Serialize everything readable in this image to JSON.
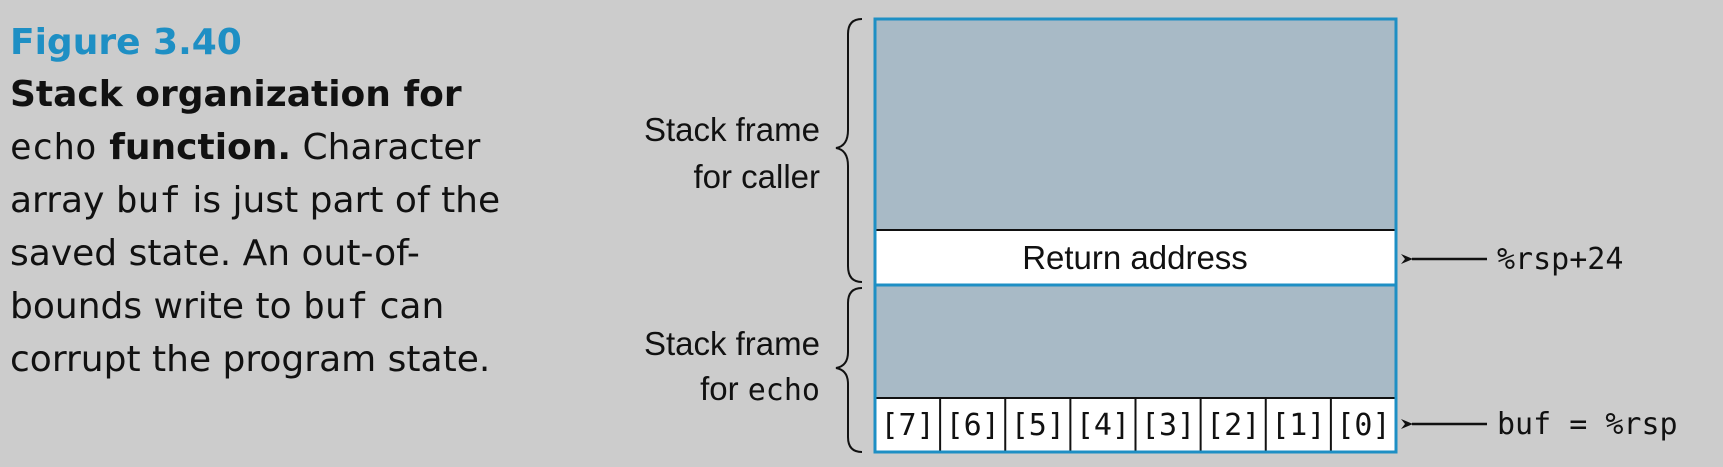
{
  "caption": {
    "figure_label": "Figure 3.40",
    "bold_line": "Stack organization for",
    "code_echo": "echo",
    "bold_function": " function.",
    "text_1": " Character array ",
    "code_buf": "buf",
    "text_2": " is just part of the saved state. An out-of-bounds write to ",
    "code_buf_2": "buf",
    "text_3": " can corrupt the program state."
  },
  "diagram": {
    "caller_frame_line1": "Stack frame",
    "caller_frame_line2": "for caller",
    "echo_frame_line1": "Stack frame",
    "echo_frame_line2_prefix": "for ",
    "echo_frame_line2_code": "echo",
    "return_address": "Return address",
    "pointer_return": "%rsp+24",
    "pointer_buf": "buf = %rsp",
    "buf_cells": [
      "[7]",
      "[6]",
      "[5]",
      "[4]",
      "[3]",
      "[2]",
      "[1]",
      "[0]"
    ],
    "colors": {
      "frame_fill": "#a8bac6",
      "border_blue": "#1e8fc4",
      "cell_fill": "#ffffff",
      "title_blue": "#1e8fc4"
    }
  }
}
